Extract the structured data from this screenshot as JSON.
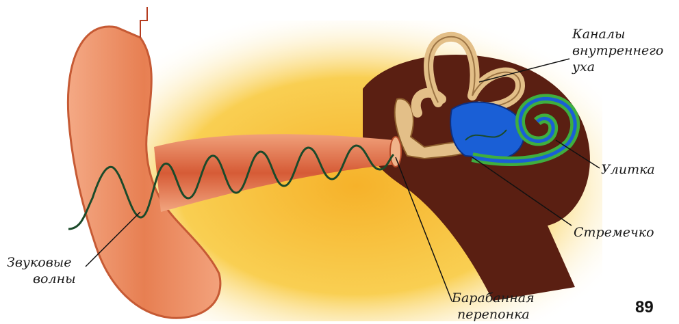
{
  "labels": {
    "canals": [
      "Каналы",
      "внутреннего",
      "уха"
    ],
    "cochlea": "Улитка",
    "stirrup": "Стремечко",
    "sound_waves": [
      "Звуковые",
      "волны"
    ],
    "eardrum": [
      "Барабанная",
      "перепонка"
    ]
  },
  "page_number": "89",
  "colors": {
    "background_glow": "#f8c73a",
    "ear_skin": "#e98a5c",
    "canal": "#d4603c",
    "bone": "#e3bf88",
    "cochlea_blue": "#1a5fd6",
    "cochlea_green": "#3fae3f",
    "dark_tissue": "#5a1f12",
    "wave": "#1b4a2a"
  }
}
